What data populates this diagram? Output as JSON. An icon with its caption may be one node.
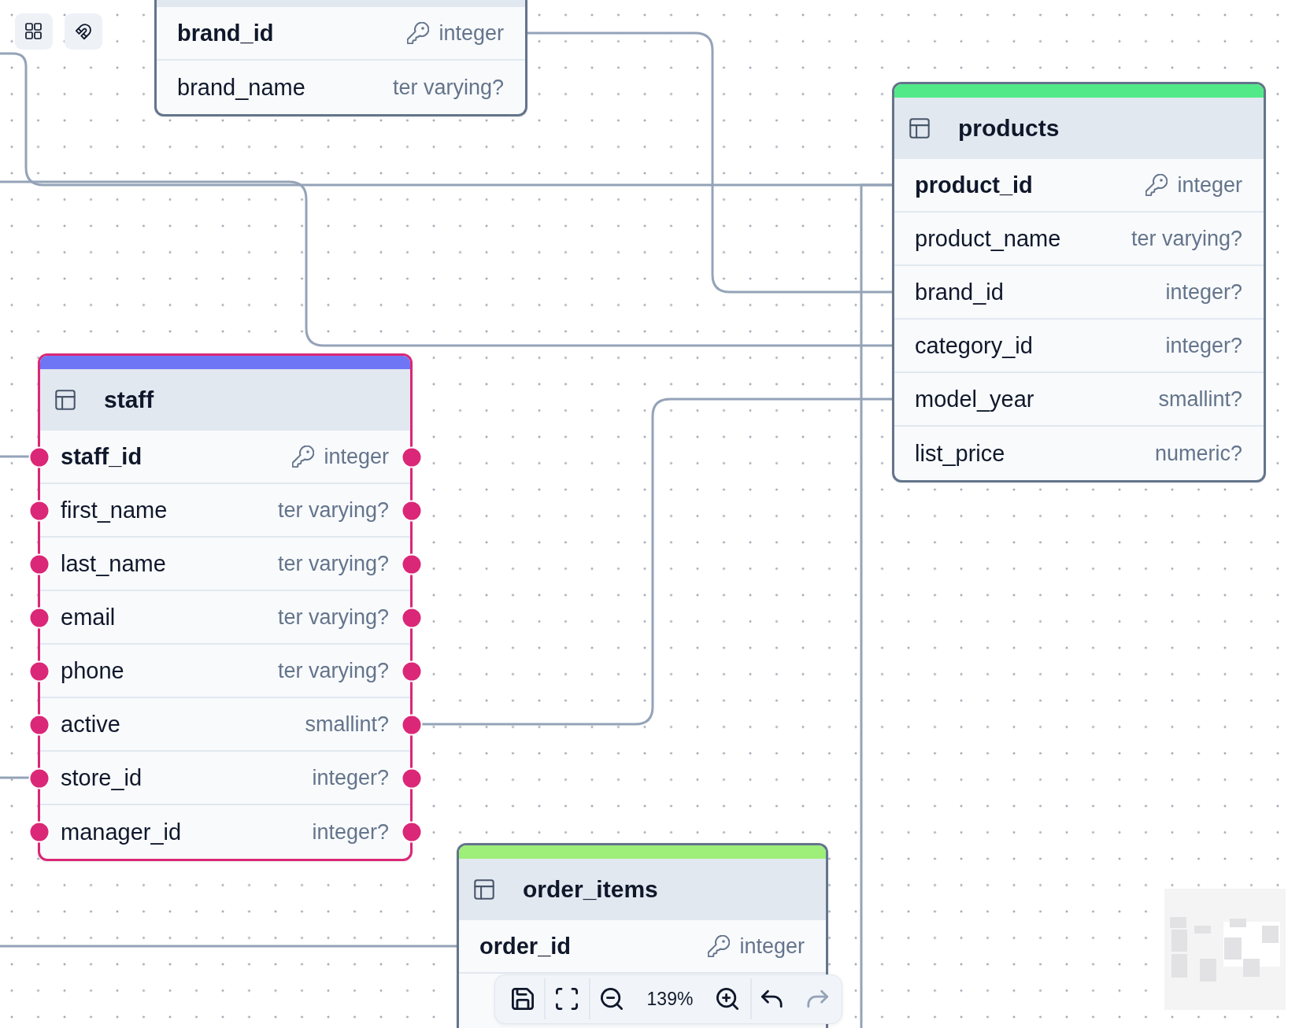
{
  "diagram": {
    "nodes": [
      {
        "text": [],
        "shape": "box"
      },
      {
        "text": [
          "brand_id",
          "integer"
        ],
        "in": 0
      },
      {
        "text": [
          "brand_name",
          "ter varying?"
        ],
        "in": 0
      },
      {
        "text": [
          "products"
        ]
      },
      {
        "text": [
          "product_id",
          "integer"
        ],
        "in": 3
      },
      {
        "text": [
          "product_name",
          "ter varying?"
        ],
        "in": 3
      },
      {
        "text": [
          "brand_id",
          "integer?"
        ],
        "in": 3
      },
      {
        "text": [
          "category_id",
          "integer?"
        ],
        "in": 3
      },
      {
        "text": [
          "model_year",
          "smallint?"
        ],
        "in": 3
      },
      {
        "text": [
          "list_price",
          "numeric?"
        ],
        "in": 3
      },
      {
        "text": [
          "staff"
        ]
      },
      {
        "text": [
          "staff_id",
          "integer"
        ],
        "in": 10
      },
      {
        "text": [
          "first_name",
          "ter varying?"
        ],
        "in": 10
      },
      {
        "text": [
          "last_name",
          "ter varying?"
        ],
        "in": 10
      },
      {
        "text": [
          "email",
          "ter varying?"
        ],
        "in": 10
      },
      {
        "text": [
          "phone",
          "ter varying?"
        ],
        "in": 10
      },
      {
        "text": [
          "active",
          "smallint?"
        ],
        "in": 10
      },
      {
        "text": [
          "store_id",
          "integer?"
        ],
        "in": 10
      },
      {
        "text": [
          "manager_id",
          "integer?"
        ],
        "in": 10
      },
      {
        "text": [
          "order_items"
        ]
      },
      {
        "text": [
          "order_id",
          "integer"
        ],
        "in": 19
      }
    ],
    "edges": [
      {
        "from": 1,
        "to": 6,
        "arrow": "none"
      },
      {
        "from": null,
        "to": 4,
        "arrow": "none"
      },
      {
        "from": null,
        "to": 7,
        "arrow": "none"
      },
      {
        "from": 4,
        "to": null,
        "arrow": "none"
      },
      {
        "from": 16,
        "to": 8,
        "arrow": "none"
      },
      {
        "from": null,
        "to": 11,
        "arrow": "none"
      },
      {
        "from": null,
        "to": 17,
        "arrow": "none"
      },
      {
        "from": null,
        "to": 20,
        "arrow": "none"
      }
    ],
    "labels": [
      "139%"
    ]
  }
}
